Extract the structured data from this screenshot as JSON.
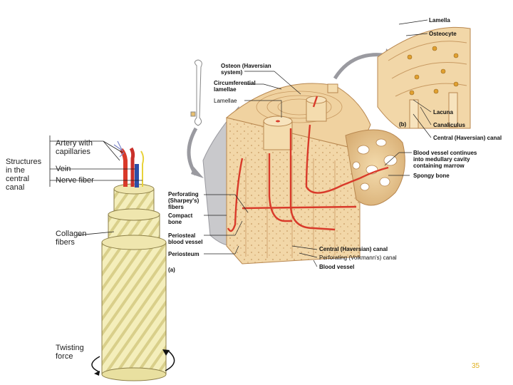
{
  "diagram": {
    "left_labels": {
      "structures": "Structures in the central canal",
      "artery": "Artery with capillaries",
      "vein": "Vein",
      "nerve": "Nerve fiber",
      "collagen": "Collagen fibers",
      "twisting": "Twisting force"
    },
    "main_labels": {
      "osteon": "Osteon (Haversian system)",
      "circumferential": "Circumferential lamellae",
      "lamellae": "Lamellae",
      "perforating_fibers": "Perforating (Sharpey's) fibers",
      "compact_bone": "Compact bone",
      "periosteal_vessel": "Periosteal blood vessel",
      "periosteum": "Periosteum",
      "panel_a": "(a)",
      "central_canal": "Central (Haversian) canal",
      "perforating_canal": "Perforating (Volkmann's) canal",
      "blood_vessel": "Blood vessel",
      "marrow_vessel": "Blood vessel continues into medullary cavity containing marrow",
      "spongy_bone": "Spongy bone"
    },
    "inset_labels": {
      "lamella": "Lamella",
      "osteocyte": "Osteocyte",
      "lacuna": "Lacuna",
      "canaliculus": "Canaliculus",
      "central_canal": "Central (Haversian) canal",
      "panel_b": "(b)"
    },
    "colors": {
      "bone": "#f2d7a8",
      "bone_dark": "#d9b27a",
      "vessel": "#d93a2a",
      "vein": "#2d4fa8",
      "nerve": "#e8d23a",
      "collagen": "#f3ecb4",
      "periosteum": "#c9c9cc"
    }
  },
  "page_number": "35"
}
